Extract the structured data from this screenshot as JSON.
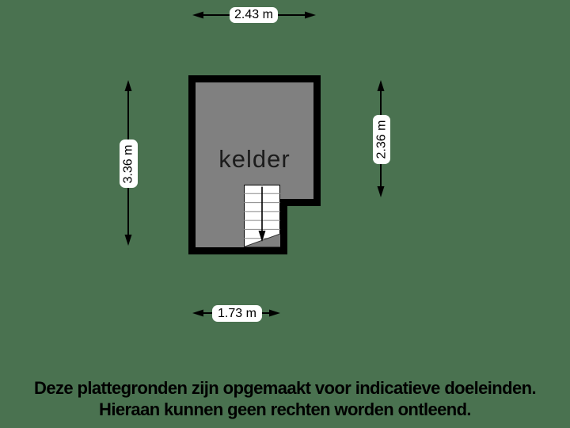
{
  "floorplan": {
    "room_label": "kelder",
    "dimensions": {
      "top": "2.43 m",
      "left": "3.36 m",
      "right": "2.36 m",
      "bottom": "1.73 m"
    },
    "icons": {
      "stairs_direction": "down-arrow"
    },
    "colors": {
      "background": "#4a7250",
      "wall": "#000000",
      "room_fill": "#808080",
      "stairs_fill": "#ffffff",
      "stair_tread_line": "#888888",
      "label_background": "#ffffff",
      "text": "#000000"
    }
  },
  "disclaimer": {
    "line1": "Deze plattegronden zijn opgemaakt voor indicatieve doeleinden.",
    "line2": "Hieraan kunnen geen rechten worden ontleend."
  }
}
